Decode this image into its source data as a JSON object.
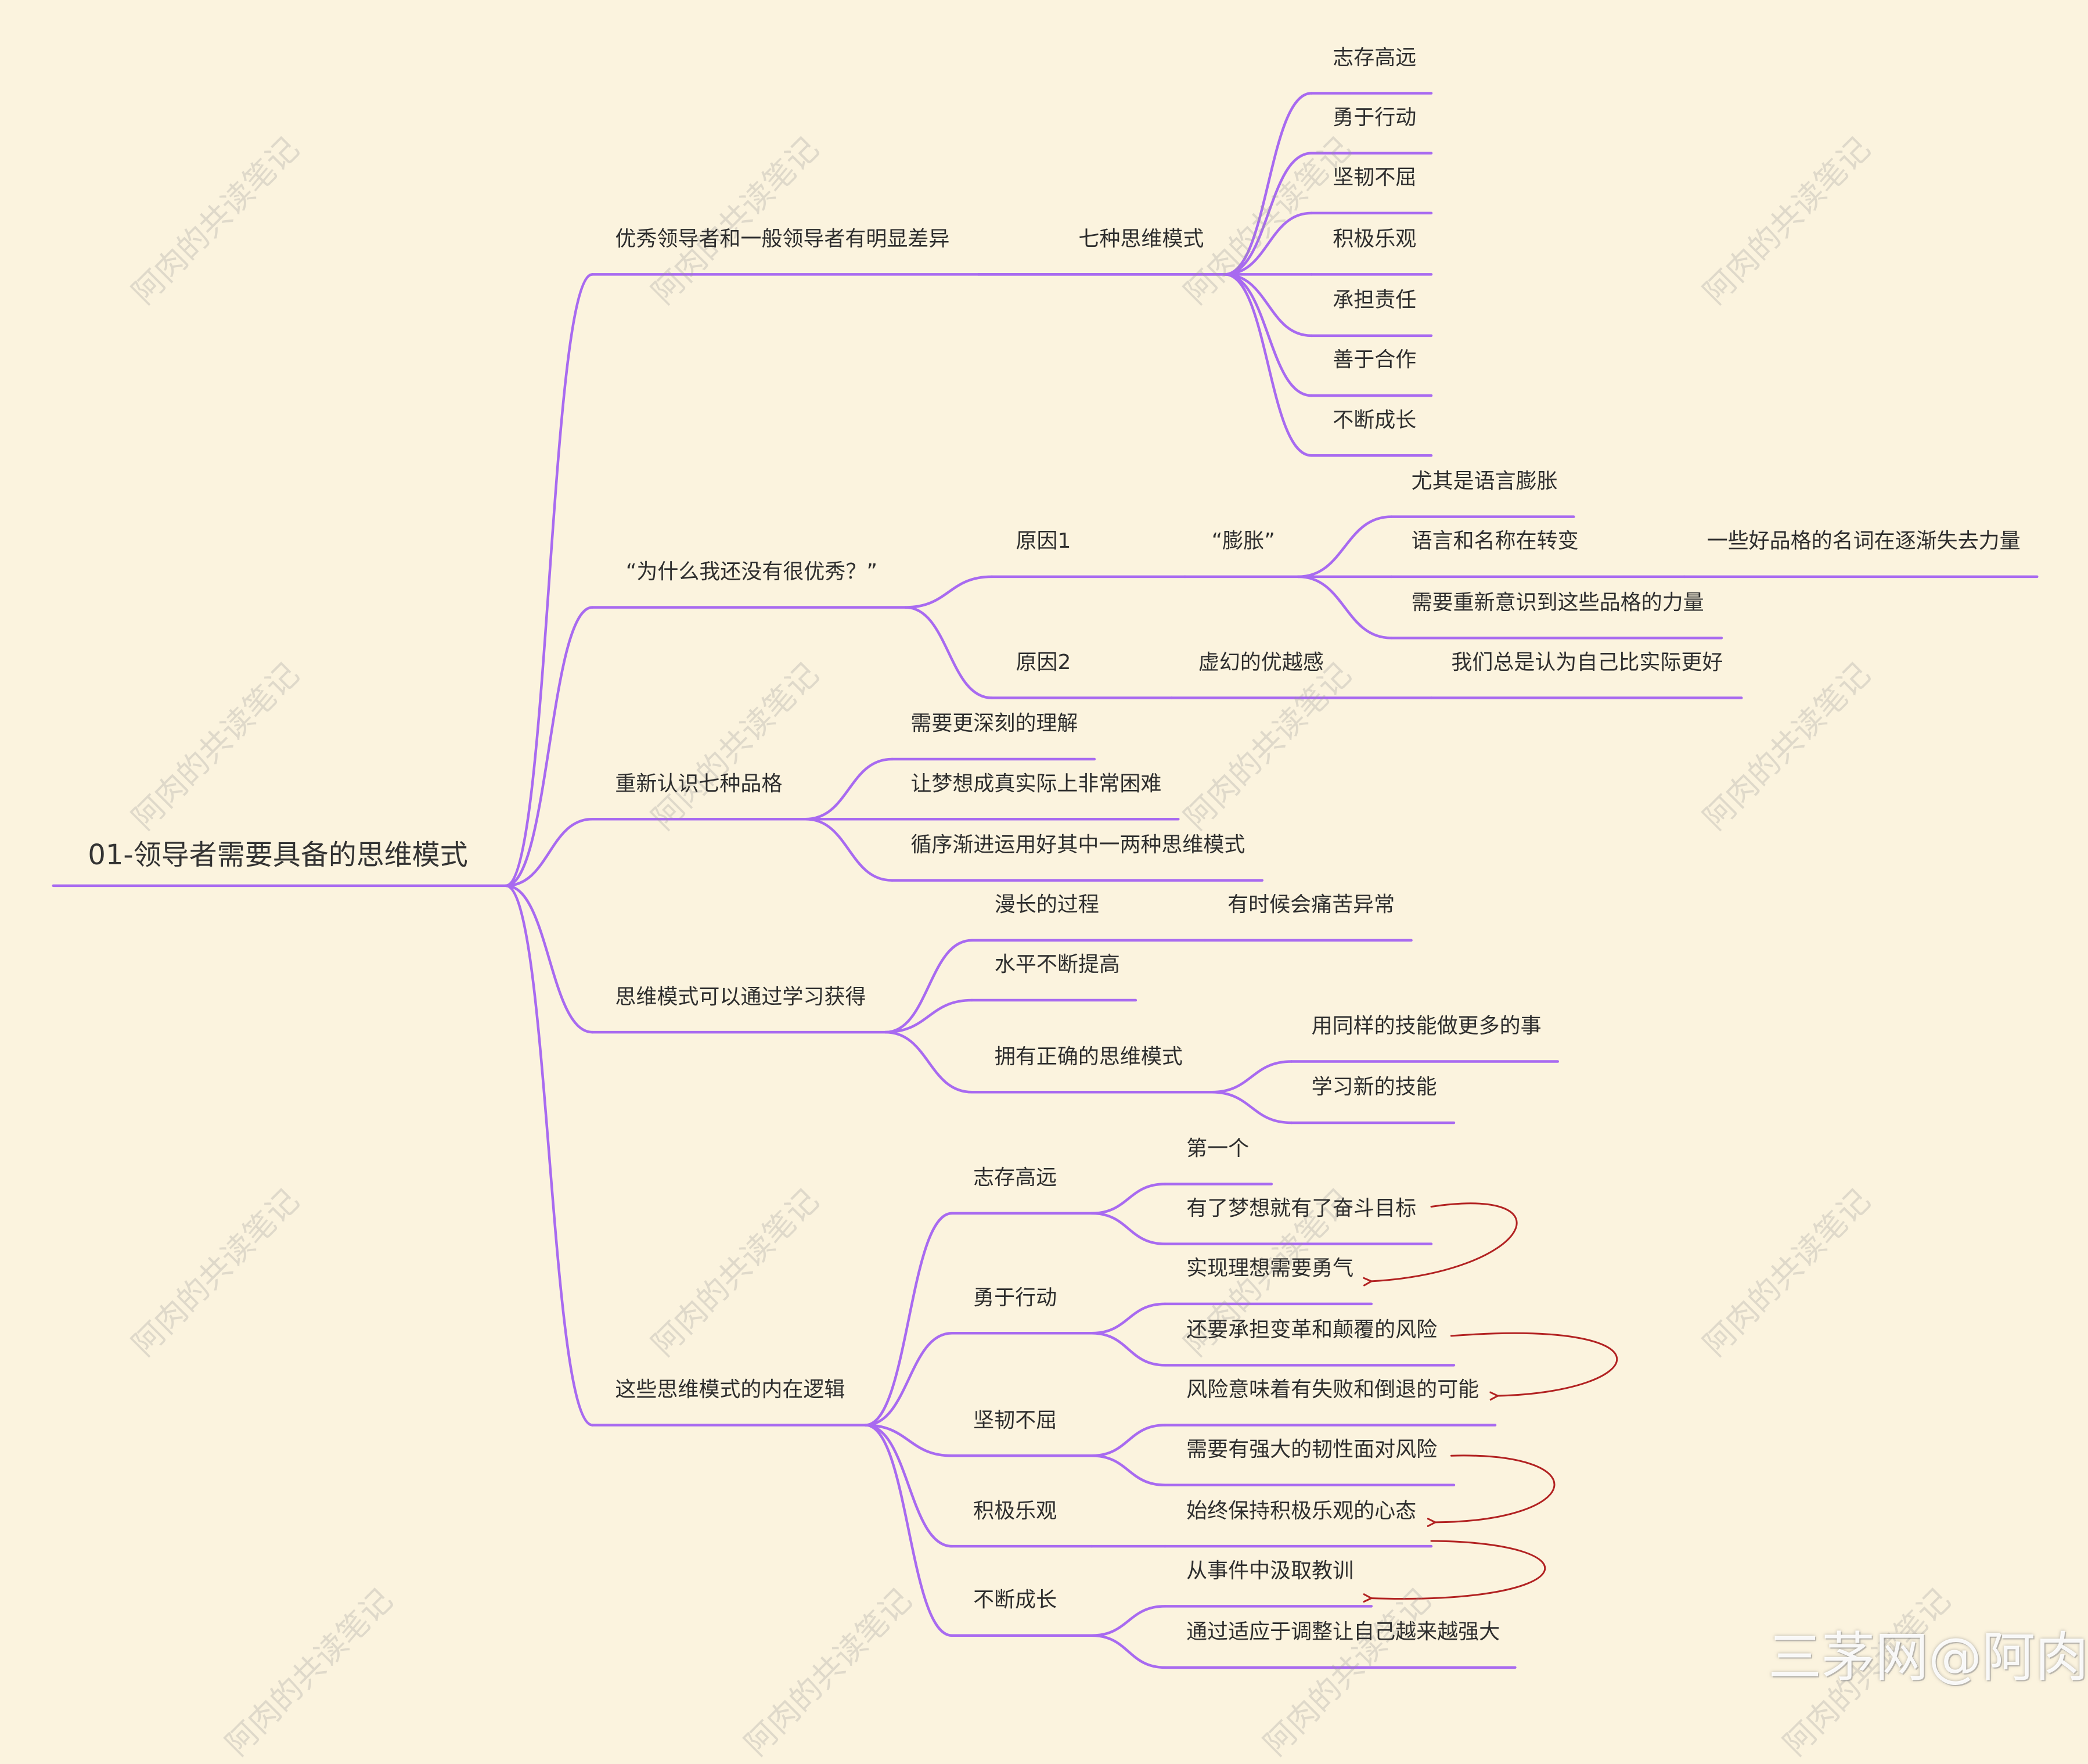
{
  "root": "01-领导者需要具备的思维模式",
  "branches": [
    {
      "label": "优秀领导者和一般领导者有明显差异",
      "children": [
        {
          "label": "七种思维模式",
          "children": [
            "志存高远",
            "勇于行动",
            "坚韧不屈",
            "积极乐观",
            "承担责任",
            "善于合作",
            "不断成长"
          ]
        }
      ]
    },
    {
      "label": "“为什么我还没有很优秀？”",
      "children": [
        {
          "label": "原因1",
          "sub": "“膨胀”",
          "children": [
            "尤其是语言膨胀",
            "语言和名称在转变",
            "需要重新意识到这些品格的力量"
          ],
          "extra": "一些好品格的名词在逐渐失去力量"
        },
        {
          "label": "原因2",
          "sub": "虚幻的优越感",
          "detail": "我们总是认为自己比实际更好"
        }
      ]
    },
    {
      "label": "重新认识七种品格",
      "children": [
        "需要更深刻的理解",
        "让梦想成真实际上非常困难",
        "循序渐进运用好其中一两种思维模式"
      ]
    },
    {
      "label": "思维模式可以通过学习获得",
      "children": [
        {
          "label": "漫长的过程",
          "detail": "有时候会痛苦异常"
        },
        {
          "label": "水平不断提高"
        },
        {
          "label": "拥有正确的思维模式",
          "children": [
            "用同样的技能做更多的事",
            "学习新的技能"
          ]
        }
      ]
    },
    {
      "label": "这些思维模式的内在逻辑",
      "children": [
        {
          "label": "志存高远",
          "children": [
            "第一个",
            "有了梦想就有了奋斗目标"
          ]
        },
        {
          "label": "勇于行动",
          "children": [
            "实现理想需要勇气",
            "还要承担变革和颠覆的风险"
          ]
        },
        {
          "label": "坚韧不屈",
          "children": [
            "风险意味着有失败和倒退的可能",
            "需要有强大的韧性面对风险"
          ]
        },
        {
          "label": "积极乐观",
          "children": [
            "始终保持积极乐观的心态"
          ]
        },
        {
          "label": "不断成长",
          "children": [
            "从事件中汲取教训",
            "通过适应于调整让自己越来越强大"
          ]
        }
      ]
    }
  ],
  "watermark": "阿肉的共读笔记",
  "brand": "三茅网@阿肉",
  "colors": {
    "line": "#a86af0",
    "arrow": "#b22222",
    "background": "#fbf3de"
  }
}
